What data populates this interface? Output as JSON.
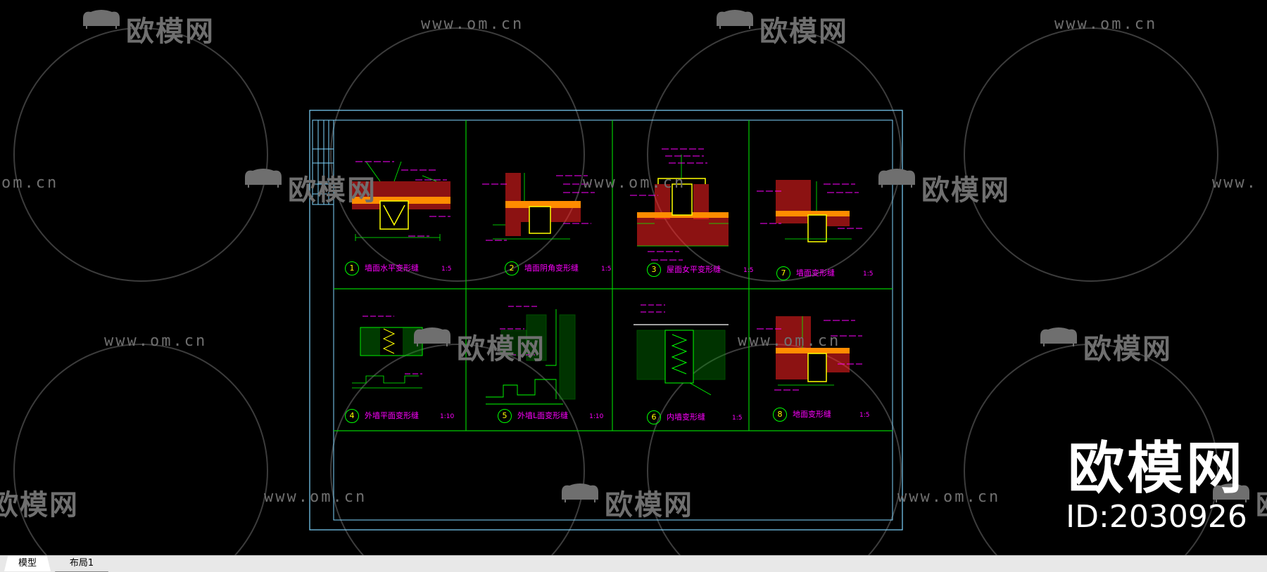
{
  "watermark": {
    "logo_text": "欧模网",
    "url_text": "www.om.cn",
    "url_partial_left": "om.cn",
    "url_partial_right": "www."
  },
  "brand_overlay": {
    "name": "欧模网",
    "id_text": "ID:2030926"
  },
  "drawing": {
    "details": [
      {
        "num": "1",
        "title": "墙面水平变形缝",
        "scale": "1:5"
      },
      {
        "num": "2",
        "title": "墙面阴角变形缝",
        "scale": "1:5"
      },
      {
        "num": "3",
        "title": "屋面女平变形缝",
        "scale": "1:5"
      },
      {
        "num": "7",
        "title": "墙面变形缝",
        "scale": "1:5"
      },
      {
        "num": "4",
        "title": "外墙平面变形缝",
        "scale": "1:10"
      },
      {
        "num": "5",
        "title": "外墙L面变形缝",
        "scale": "1:10"
      },
      {
        "num": "6",
        "title": "内墙变形缝",
        "scale": "1:5"
      },
      {
        "num": "8",
        "title": "地面变形缝",
        "scale": "1:5"
      }
    ],
    "colors": {
      "frame": "#7fd6ff",
      "grid": "#00cc00",
      "annotation": "#ff00ff",
      "hatch": "#ff2020",
      "fill": "#ff8c00",
      "detail_line": "#ffff00",
      "watermark": "#6f6f6f"
    }
  },
  "tabs": [
    {
      "label": "模型",
      "active": true
    },
    {
      "label": "布局1",
      "active": false
    }
  ]
}
